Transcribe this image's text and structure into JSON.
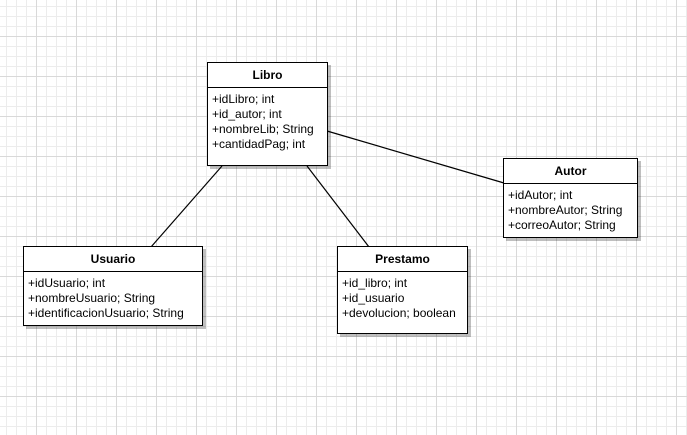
{
  "classes": {
    "libro": {
      "name": "Libro",
      "attributes": [
        "+idLibro; int",
        "+id_autor; int",
        "+nombreLib; String",
        "+cantidadPag; int"
      ]
    },
    "autor": {
      "name": "Autor",
      "attributes": [
        "+idAutor; int",
        "+nombreAutor; String",
        "+correoAutor; String"
      ]
    },
    "usuario": {
      "name": "Usuario",
      "attributes": [
        "+idUsuario; int",
        "+nombreUsuario; String",
        "+identificacionUsuario; String"
      ]
    },
    "prestamo": {
      "name": "Prestamo",
      "attributes": [
        "+id_libro; int",
        "+id_usuario",
        "+devolucion; boolean"
      ]
    }
  },
  "associations": [
    {
      "from": "Libro",
      "to": "Autor"
    },
    {
      "from": "Libro",
      "to": "Usuario"
    },
    {
      "from": "Libro",
      "to": "Prestamo"
    }
  ]
}
